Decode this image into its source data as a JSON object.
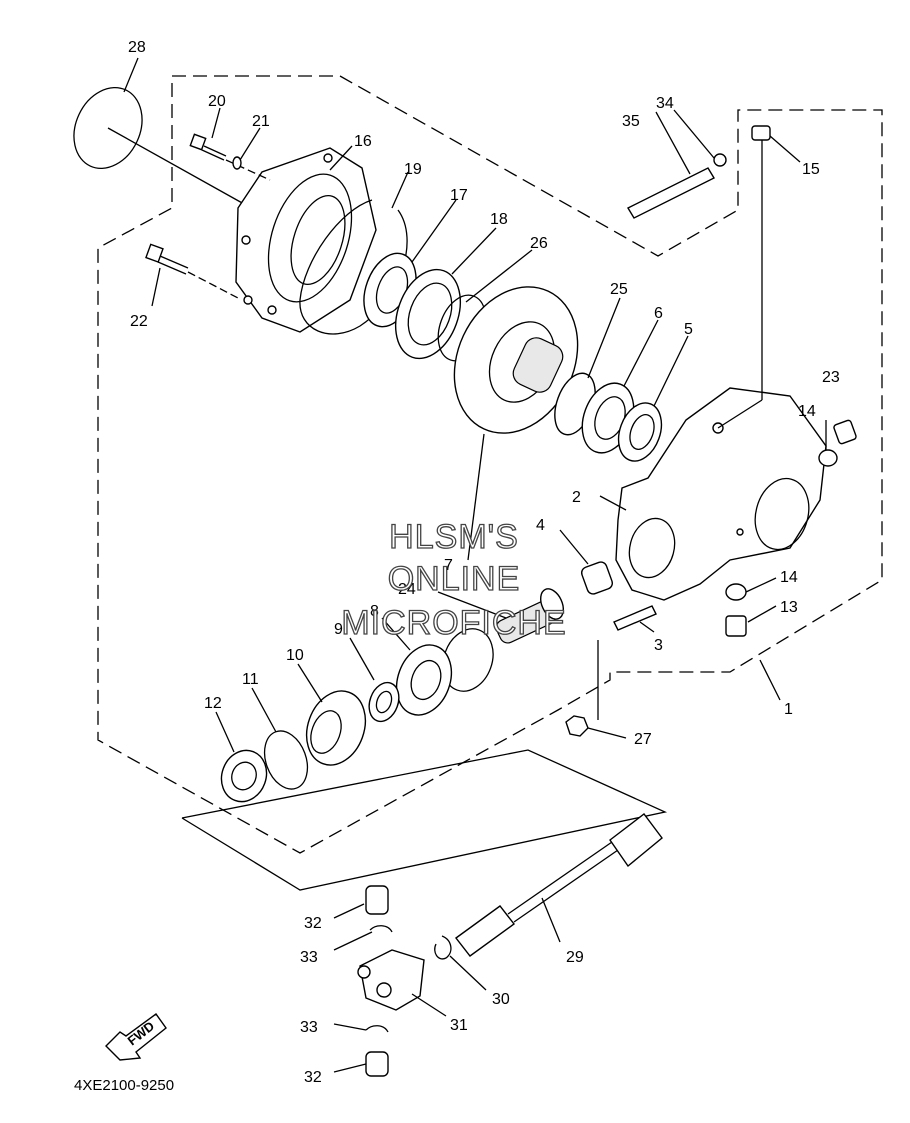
{
  "diagram": {
    "drawing_code": "4XE2100-9250",
    "fwd_label": "FWD",
    "watermark": [
      "HLSM'S",
      "ONLINE",
      "MICROFICHE"
    ],
    "callouts": {
      "c1": "1",
      "c2": "2",
      "c3": "3",
      "c4": "4",
      "c5": "5",
      "c6": "6",
      "c7": "7",
      "c8": "8",
      "c9": "9",
      "c10": "10",
      "c11": "11",
      "c12": "12",
      "c13": "13",
      "c14a": "14",
      "c14b": "14",
      "c15": "15",
      "c16": "16",
      "c17": "17",
      "c18": "18",
      "c19": "19",
      "c20": "20",
      "c21": "21",
      "c22": "22",
      "c23": "23",
      "c24": "24",
      "c25": "25",
      "c26": "26",
      "c27": "27",
      "c28": "28",
      "c29": "29",
      "c30": "30",
      "c31": "31",
      "c32a": "32",
      "c32b": "32",
      "c33a": "33",
      "c33b": "33",
      "c34": "34",
      "c35": "35"
    }
  }
}
